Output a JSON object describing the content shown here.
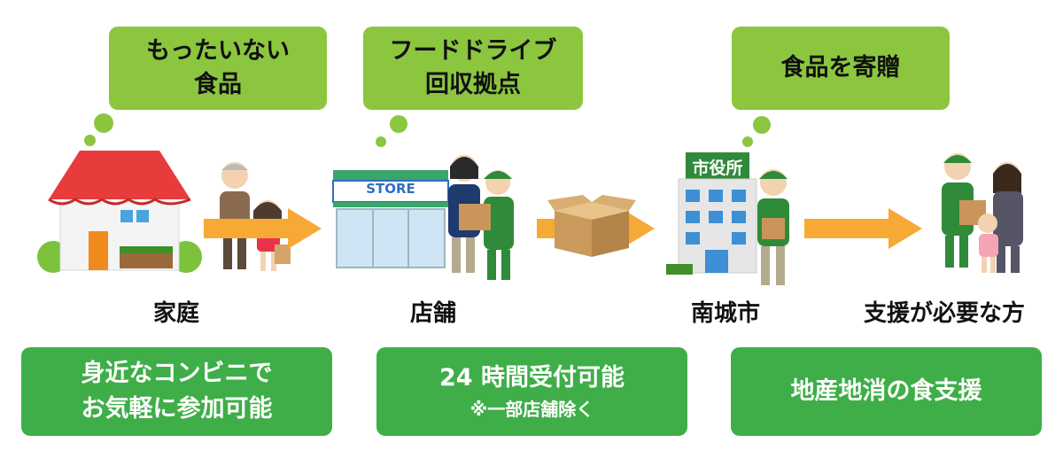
{
  "bubbles": [
    {
      "line1": "もったいない",
      "line2": "食品"
    },
    {
      "line1": "フードドライブ",
      "line2": "回収拠点"
    },
    {
      "line1": "食品を寄贈"
    }
  ],
  "stages": [
    {
      "label": "家庭"
    },
    {
      "label": "店舗"
    },
    {
      "label": "南城市"
    },
    {
      "label": "支援が必要な方"
    }
  ],
  "boxes": [
    {
      "line1": "身近なコンビニで",
      "line2": "お気軽に参加可能"
    },
    {
      "line1": "24 時間受付可能",
      "note": "※一部店舗除く"
    },
    {
      "line1": "地産地消の食支援"
    }
  ],
  "illustrations": {
    "store_sign": "STORE",
    "city_hall_sign": "市役所"
  },
  "colors": {
    "bubble": "#8cc63f",
    "box": "#3fae49",
    "arrow": "#f7a936"
  }
}
